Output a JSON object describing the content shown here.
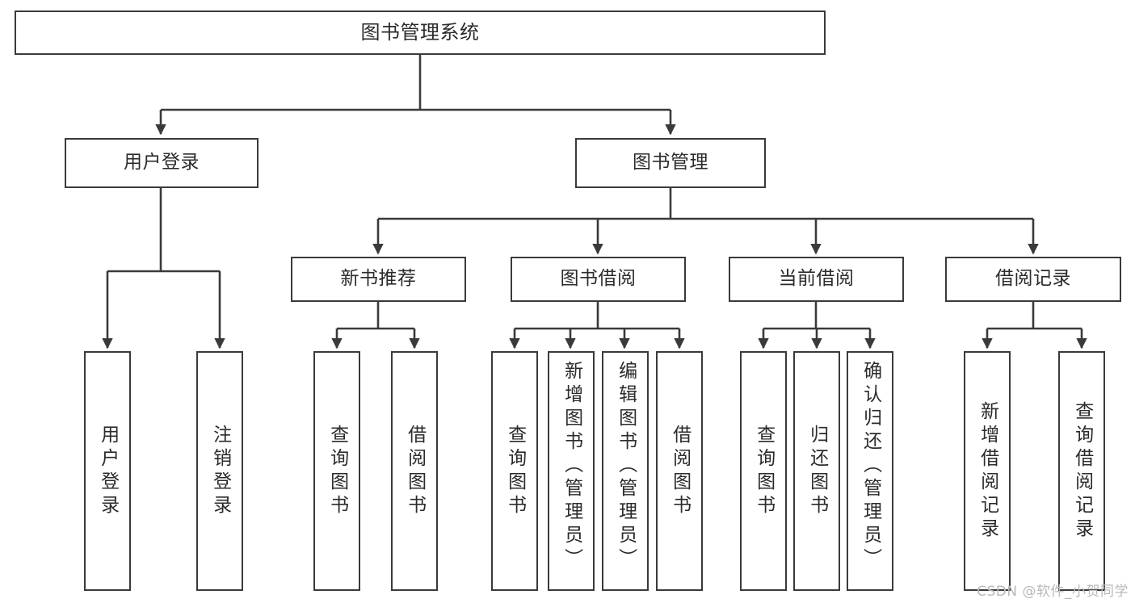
{
  "diagram": {
    "title": "图书管理系统",
    "type": "功能结构图",
    "stroke_color": "#3a3a3a",
    "background_color": "#ffffff",
    "text_color": "#2b2b2b",
    "watermark": "CSDN @软件_小贺同学"
  },
  "nodes": {
    "root": {
      "label": "图书管理系统"
    },
    "level2": [
      {
        "id": "user-login",
        "label": "用户登录"
      },
      {
        "id": "book-manage",
        "label": "图书管理"
      }
    ],
    "level3": [
      {
        "id": "new-book-recommend",
        "label": "新书推荐"
      },
      {
        "id": "book-borrow",
        "label": "图书借阅"
      },
      {
        "id": "current-borrow",
        "label": "当前借阅"
      },
      {
        "id": "borrow-record",
        "label": "借阅记录"
      }
    ],
    "leaves": {
      "user_login": [
        {
          "id": "leaf-user-login",
          "label": "用户登录"
        },
        {
          "id": "leaf-logout",
          "label": "注销登录"
        }
      ],
      "new_book_recommend": [
        {
          "id": "leaf-query-book-1",
          "label": "查询图书"
        },
        {
          "id": "leaf-borrow-book-1",
          "label": "借阅图书"
        }
      ],
      "book_borrow": [
        {
          "id": "leaf-query-book-2",
          "label": "查询图书"
        },
        {
          "id": "leaf-add-book",
          "label": "新增图书（管理员）"
        },
        {
          "id": "leaf-edit-book",
          "label": "编辑图书（管理员）"
        },
        {
          "id": "leaf-borrow-book-2",
          "label": "借阅图书"
        }
      ],
      "current_borrow": [
        {
          "id": "leaf-query-book-3",
          "label": "查询图书"
        },
        {
          "id": "leaf-return-book",
          "label": "归还图书"
        },
        {
          "id": "leaf-confirm-return",
          "label": "确认归还（管理员）"
        }
      ],
      "borrow_record": [
        {
          "id": "leaf-add-record",
          "label": "新增借阅记录"
        },
        {
          "id": "leaf-query-record",
          "label": "查询借阅记录"
        }
      ]
    }
  }
}
